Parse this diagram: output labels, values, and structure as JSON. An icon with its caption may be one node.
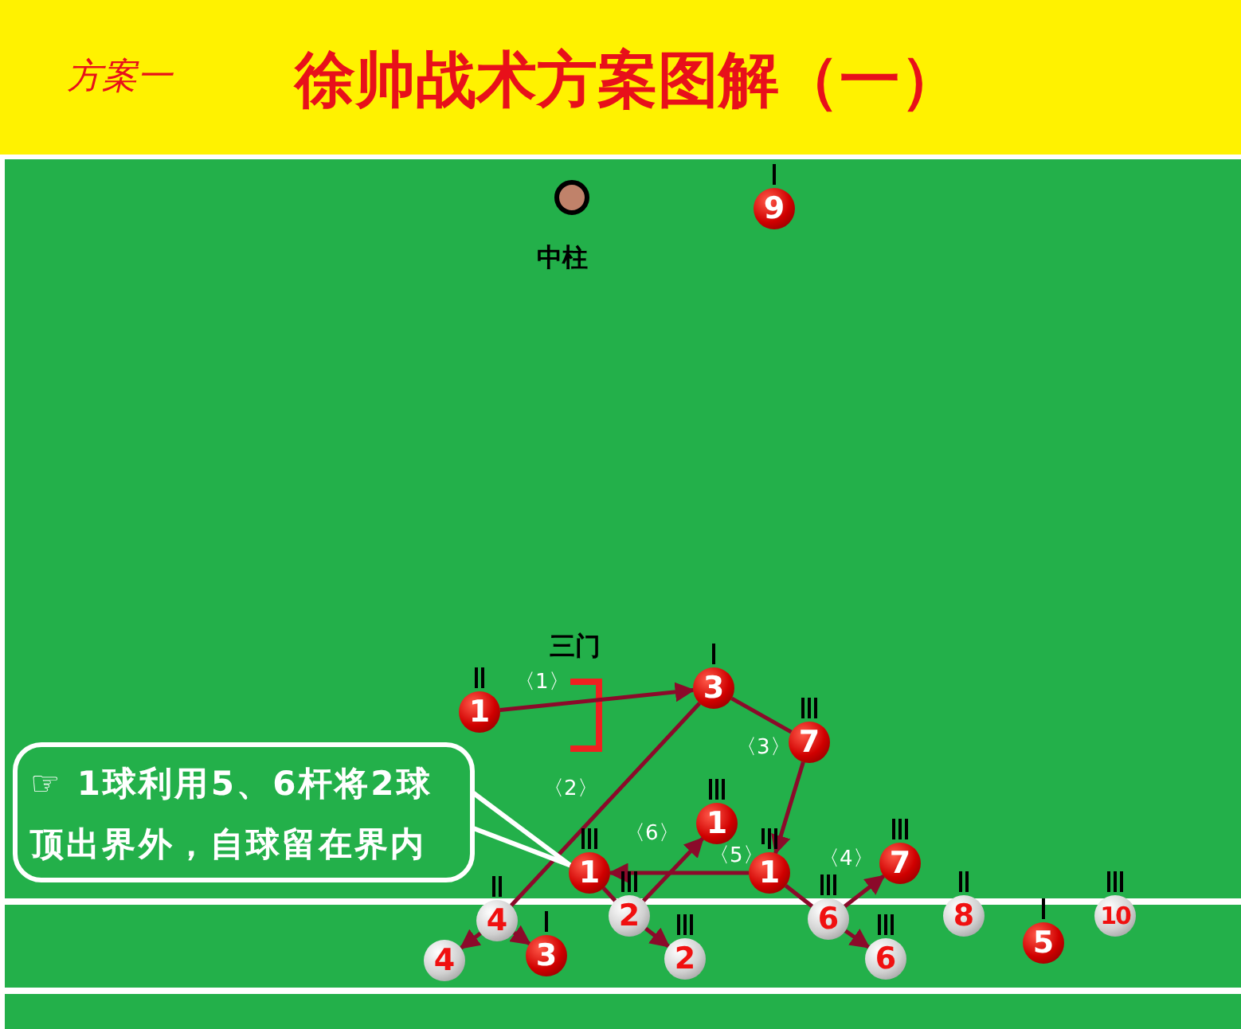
{
  "diagram": {
    "title": "徐帅战术方案图解（一）",
    "nodes": [
      {
        "text": [],
        "shape": "circle",
        "beside": [
          "中柱"
        ]
      },
      {
        "text": [
          "9"
        ]
      },
      {
        "text": [
          "1"
        ]
      },
      {
        "text": [
          "3"
        ]
      },
      {
        "text": [
          "7"
        ]
      },
      {
        "text": [
          "☞ 1球利用5、6杆将2球顶出界外，自球留在界内"
        ]
      },
      {
        "text": [
          "1"
        ]
      },
      {
        "text": [
          "1"
        ]
      },
      {
        "text": [
          "1"
        ]
      },
      {
        "text": [
          "7"
        ]
      },
      {
        "text": [
          "4"
        ]
      },
      {
        "text": [
          "2"
        ]
      },
      {
        "text": [
          "6"
        ]
      },
      {
        "text": [
          "8"
        ]
      },
      {
        "text": [
          "10"
        ]
      },
      {
        "text": [
          "4"
        ]
      },
      {
        "text": [
          "3"
        ]
      },
      {
        "text": [
          "2"
        ]
      },
      {
        "text": [
          "6"
        ]
      },
      {
        "text": [
          "5"
        ]
      }
    ],
    "edges": [
      {
        "from": 2,
        "to": 3,
        "arrow": "to",
        "label": "〈1〉"
      },
      {
        "from": 3,
        "to": 10,
        "arrow": "none",
        "label": "〈2〉"
      },
      {
        "from": 10,
        "to": 15,
        "arrow": "to"
      },
      {
        "from": 10,
        "to": 16,
        "arrow": "to"
      },
      {
        "from": 3,
        "to": 4,
        "arrow": "none",
        "label": "〈3〉"
      },
      {
        "from": 4,
        "to": 8,
        "arrow": "to"
      },
      {
        "from": 8,
        "to": 12,
        "arrow": "none"
      },
      {
        "from": 12,
        "to": 9,
        "arrow": "to",
        "label": "〈4〉"
      },
      {
        "from": 12,
        "to": 18,
        "arrow": "to"
      },
      {
        "from": 8,
        "to": 7,
        "arrow": "to",
        "label": "〈5〉"
      },
      {
        "from": 7,
        "to": 11,
        "arrow": "none"
      },
      {
        "from": 11,
        "to": 6,
        "arrow": "to",
        "label": "〈6〉"
      },
      {
        "from": 11,
        "to": 17,
        "arrow": "to"
      },
      {
        "from": 5,
        "to": 7,
        "arrow": "none",
        "color": "#ffffff"
      }
    ],
    "labels": [
      "方案一",
      "三门"
    ]
  }
}
